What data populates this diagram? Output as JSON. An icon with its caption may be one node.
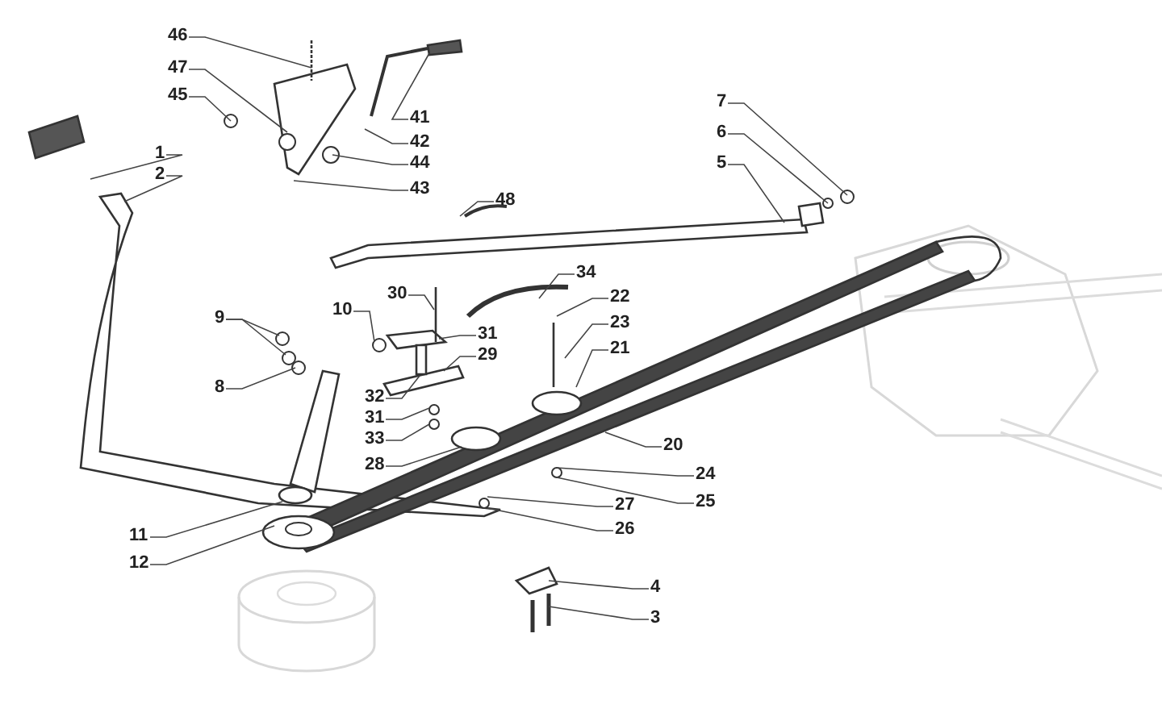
{
  "diagram": {
    "nodes": [
      {
        "text": [
          "46"
        ]
      },
      {
        "text": [
          "47"
        ]
      },
      {
        "text": [
          "45"
        ]
      },
      {
        "text": [
          "7"
        ]
      },
      {
        "text": [
          "41"
        ]
      },
      {
        "text": [
          "6"
        ]
      },
      {
        "text": [
          "42"
        ]
      },
      {
        "text": [
          "1"
        ]
      },
      {
        "text": [
          "44"
        ]
      },
      {
        "text": [
          "5"
        ]
      },
      {
        "text": [
          "2"
        ]
      },
      {
        "text": [
          "43"
        ]
      },
      {
        "text": [
          "48"
        ]
      },
      {
        "text": [
          "34"
        ]
      },
      {
        "text": [
          "30"
        ]
      },
      {
        "text": [
          "22"
        ]
      },
      {
        "text": [
          "10"
        ]
      },
      {
        "text": [
          "9"
        ]
      },
      {
        "text": [
          "23"
        ]
      },
      {
        "text": [
          "31"
        ]
      },
      {
        "text": [
          "21"
        ]
      },
      {
        "text": [
          "29"
        ]
      },
      {
        "text": [
          "8"
        ]
      },
      {
        "text": [
          "32"
        ]
      },
      {
        "text": [
          "31"
        ]
      },
      {
        "text": [
          "33"
        ]
      },
      {
        "text": [
          "20"
        ]
      },
      {
        "text": [
          "28"
        ]
      },
      {
        "text": [
          "24"
        ]
      },
      {
        "text": [
          "25"
        ]
      },
      {
        "text": [
          "27"
        ]
      },
      {
        "text": [
          "26"
        ]
      },
      {
        "text": [
          "11"
        ]
      },
      {
        "text": [
          "12"
        ]
      },
      {
        "text": [
          "4"
        ]
      },
      {
        "text": [
          "3"
        ]
      }
    ],
    "edges": [
      {
        "from": 0,
        "to": null,
        "arrow": "none"
      },
      {
        "from": 1,
        "to": null,
        "arrow": "none"
      },
      {
        "from": 2,
        "to": null,
        "arrow": "none"
      },
      {
        "from": 3,
        "to": null,
        "arrow": "none"
      },
      {
        "from": 4,
        "to": null,
        "arrow": "none"
      },
      {
        "from": 5,
        "to": null,
        "arrow": "none"
      },
      {
        "from": 6,
        "to": null,
        "arrow": "none"
      },
      {
        "from": 7,
        "to": null,
        "arrow": "none"
      },
      {
        "from": 8,
        "to": null,
        "arrow": "none"
      },
      {
        "from": 9,
        "to": null,
        "arrow": "none"
      },
      {
        "from": 10,
        "to": null,
        "arrow": "none"
      },
      {
        "from": 11,
        "to": null,
        "arrow": "none"
      },
      {
        "from": 12,
        "to": null,
        "arrow": "none"
      },
      {
        "from": 13,
        "to": null,
        "arrow": "none"
      },
      {
        "from": 14,
        "to": null,
        "arrow": "none"
      },
      {
        "from": 15,
        "to": null,
        "arrow": "none"
      },
      {
        "from": 16,
        "to": null,
        "arrow": "none"
      },
      {
        "from": 17,
        "to": null,
        "arrow": "none"
      },
      {
        "from": 17,
        "to": null,
        "arrow": "none"
      },
      {
        "from": 18,
        "to": null,
        "arrow": "none"
      },
      {
        "from": 19,
        "to": null,
        "arrow": "none"
      },
      {
        "from": 20,
        "to": null,
        "arrow": "none"
      },
      {
        "from": 21,
        "to": null,
        "arrow": "none"
      },
      {
        "from": 22,
        "to": null,
        "arrow": "none"
      },
      {
        "from": 23,
        "to": null,
        "arrow": "none"
      },
      {
        "from": 24,
        "to": null,
        "arrow": "none"
      },
      {
        "from": 25,
        "to": null,
        "arrow": "none"
      },
      {
        "from": 26,
        "to": null,
        "arrow": "none"
      },
      {
        "from": 27,
        "to": null,
        "arrow": "none"
      },
      {
        "from": 28,
        "to": null,
        "arrow": "none"
      },
      {
        "from": 29,
        "to": null,
        "arrow": "none"
      },
      {
        "from": 30,
        "to": null,
        "arrow": "none"
      },
      {
        "from": 31,
        "to": null,
        "arrow": "none"
      },
      {
        "from": 32,
        "to": null,
        "arrow": "none"
      },
      {
        "from": 33,
        "to": null,
        "arrow": "none"
      },
      {
        "from": 34,
        "to": null,
        "arrow": "none"
      },
      {
        "from": 35,
        "to": null,
        "arrow": "none"
      }
    ]
  }
}
